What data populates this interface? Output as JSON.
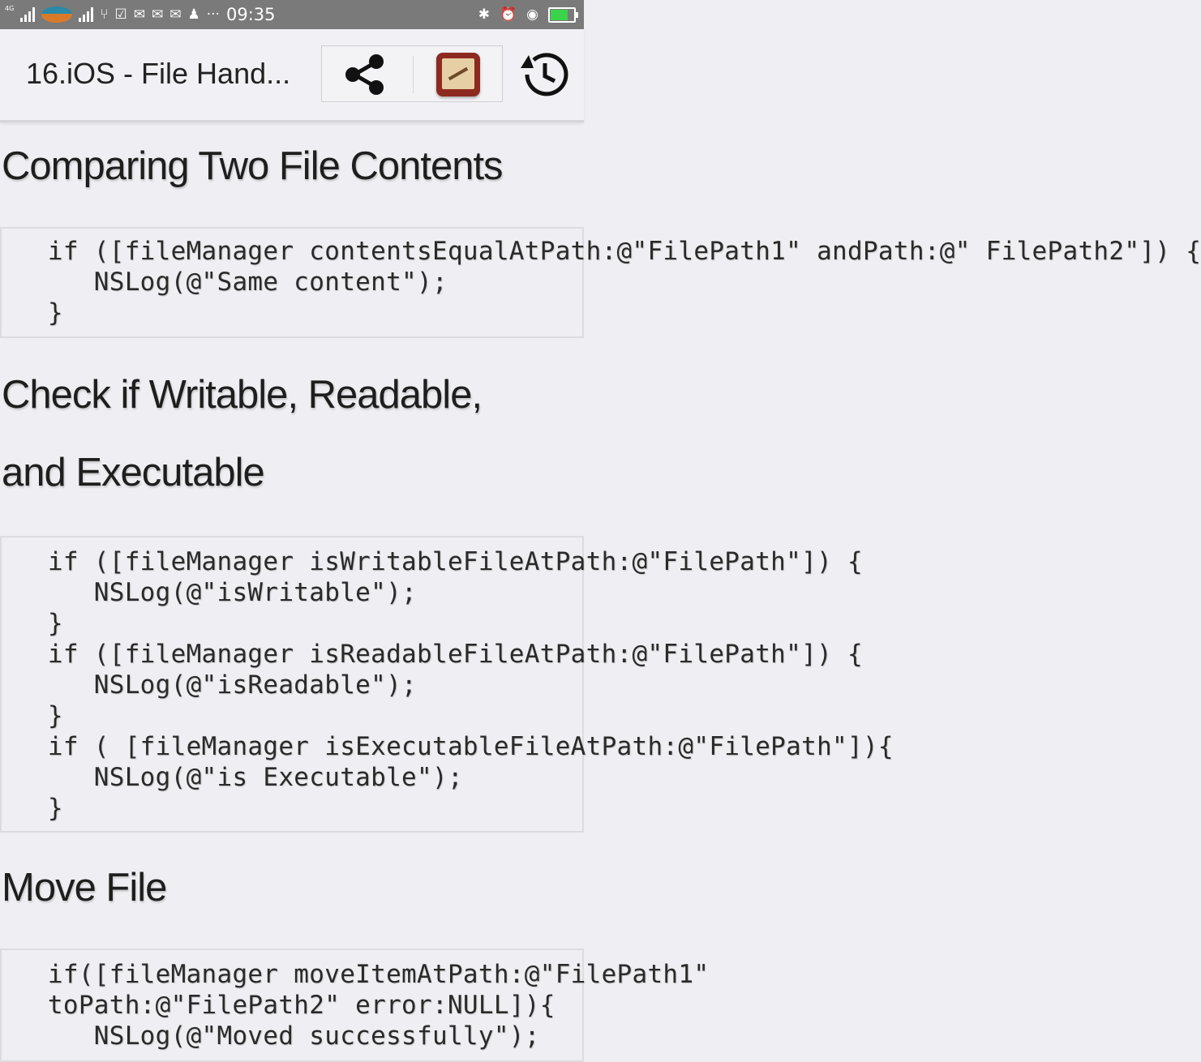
{
  "status_bar": {
    "network_label": "4G",
    "time": "09:35",
    "more": "···",
    "icons": [
      "signal-icon",
      "carrier-logo-icon",
      "signal-icon",
      "vpn-icon",
      "check-icon",
      "mail-icon",
      "mail-icon",
      "mail-icon",
      "notification-icon",
      "bluetooth-icon",
      "alarm-icon",
      "eye-icon",
      "battery-icon"
    ]
  },
  "app_bar": {
    "title": "16.iOS - File Hand...",
    "actions": [
      "share-icon",
      "book-app-icon",
      "history-icon"
    ]
  },
  "sections": [
    {
      "heading_lines": [
        "Comparing Two File Contents"
      ],
      "code_lines": [
        "   if ([fileManager contentsEqualAtPath:@\"FilePath1\" andPath:@\" FilePath2\"]) {",
        "      NSLog(@\"Same content\");",
        "   }"
      ]
    },
    {
      "heading_lines": [
        "Check if Writable, Readable,",
        "and Executable"
      ],
      "code_lines": [
        "   if ([fileManager isWritableFileAtPath:@\"FilePath\"]) {",
        "      NSLog(@\"isWritable\");",
        "   }",
        "   if ([fileManager isReadableFileAtPath:@\"FilePath\"]) {",
        "      NSLog(@\"isReadable\");",
        "   }",
        "   if ( [fileManager isExecutableFileAtPath:@\"FilePath\"]){",
        "      NSLog(@\"is Executable\");",
        "   }"
      ]
    },
    {
      "heading_lines": [
        "Move File"
      ],
      "code_lines": [
        "   if([fileManager moveItemAtPath:@\"FilePath1\"",
        "   toPath:@\"FilePath2\" error:NULL]){",
        "      NSLog(@\"Moved successfully\");"
      ]
    }
  ]
}
